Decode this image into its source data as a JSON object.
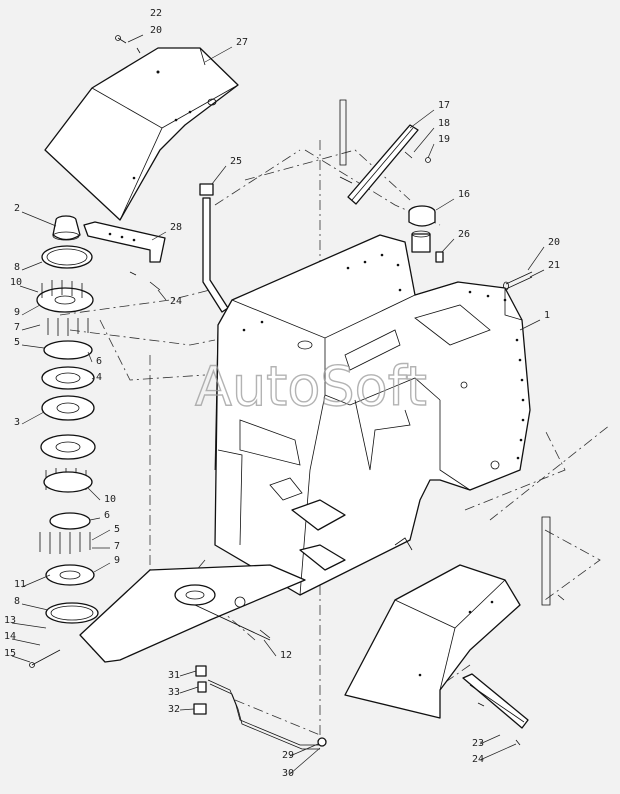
{
  "watermark": "AutoSoft",
  "callouts": [
    {
      "id": "c22a",
      "text": "22"
    },
    {
      "id": "c20a",
      "text": "20"
    },
    {
      "id": "c27",
      "text": "27"
    },
    {
      "id": "c17",
      "text": "17"
    },
    {
      "id": "c18",
      "text": "18"
    },
    {
      "id": "c19",
      "text": "19"
    },
    {
      "id": "c25",
      "text": "25"
    },
    {
      "id": "c16",
      "text": "16"
    },
    {
      "id": "c26",
      "text": "26"
    },
    {
      "id": "c2",
      "text": "2"
    },
    {
      "id": "c28",
      "text": "28"
    },
    {
      "id": "c20b",
      "text": "20"
    },
    {
      "id": "c21",
      "text": "21"
    },
    {
      "id": "c8a",
      "text": "8"
    },
    {
      "id": "c10a",
      "text": "10"
    },
    {
      "id": "c24a",
      "text": "24"
    },
    {
      "id": "c9a",
      "text": "9"
    },
    {
      "id": "c1",
      "text": "1"
    },
    {
      "id": "c7a",
      "text": "7"
    },
    {
      "id": "c5a",
      "text": "5"
    },
    {
      "id": "c6a",
      "text": "6"
    },
    {
      "id": "c4",
      "text": "4"
    },
    {
      "id": "c3",
      "text": "3"
    },
    {
      "id": "c10b",
      "text": "10"
    },
    {
      "id": "c6b",
      "text": "6"
    },
    {
      "id": "c5b",
      "text": "5"
    },
    {
      "id": "c7b",
      "text": "7"
    },
    {
      "id": "c9b",
      "text": "9"
    },
    {
      "id": "c11",
      "text": "11"
    },
    {
      "id": "c8b",
      "text": "8"
    },
    {
      "id": "c13",
      "text": "13"
    },
    {
      "id": "c14",
      "text": "14"
    },
    {
      "id": "c15",
      "text": "15"
    },
    {
      "id": "c12",
      "text": "12"
    },
    {
      "id": "c31",
      "text": "31"
    },
    {
      "id": "c33",
      "text": "33"
    },
    {
      "id": "c32",
      "text": "32"
    },
    {
      "id": "c29",
      "text": "29"
    },
    {
      "id": "c30",
      "text": "30"
    },
    {
      "id": "c23",
      "text": "23"
    },
    {
      "id": "c24b",
      "text": "24"
    }
  ]
}
